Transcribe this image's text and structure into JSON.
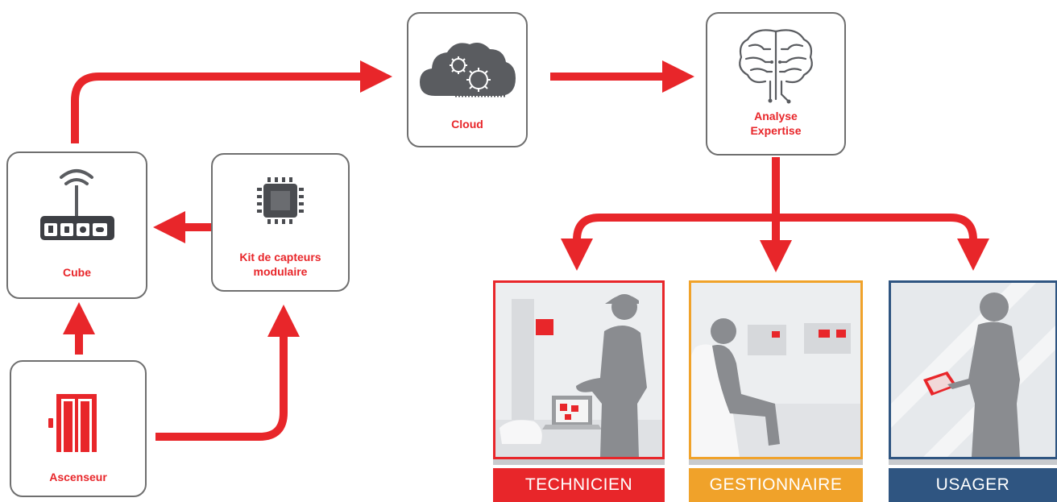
{
  "colors": {
    "arrow": "#e8262a",
    "node_border": "#6f6f6f",
    "label": "#e8262a",
    "technicien": "#e8262a",
    "gestionnaire": "#f0a22a",
    "usager": "#2f5581",
    "silhouette": "#8a8c90"
  },
  "nodes": {
    "cloud": {
      "label": "Cloud",
      "icon": "cloud-gears-icon"
    },
    "analyse": {
      "label": "Analyse\nExpertise",
      "icon": "brain-circuit-icon"
    },
    "cube": {
      "label": "Cube",
      "icon": "router-wifi-icon"
    },
    "kit": {
      "label": "Kit de capteurs\nmodulaire",
      "icon": "chip-icon"
    },
    "ascenseur": {
      "label": "Ascenseur",
      "icon": "elevator-doors-icon"
    }
  },
  "roles": {
    "technicien": {
      "label": "TECHNICIEN",
      "image": "technician-with-laptop"
    },
    "gestionnaire": {
      "label": "GESTIONNAIRE",
      "image": "manager-seated-at-screens"
    },
    "usager": {
      "label": "USAGER",
      "image": "user-with-tablet"
    }
  }
}
